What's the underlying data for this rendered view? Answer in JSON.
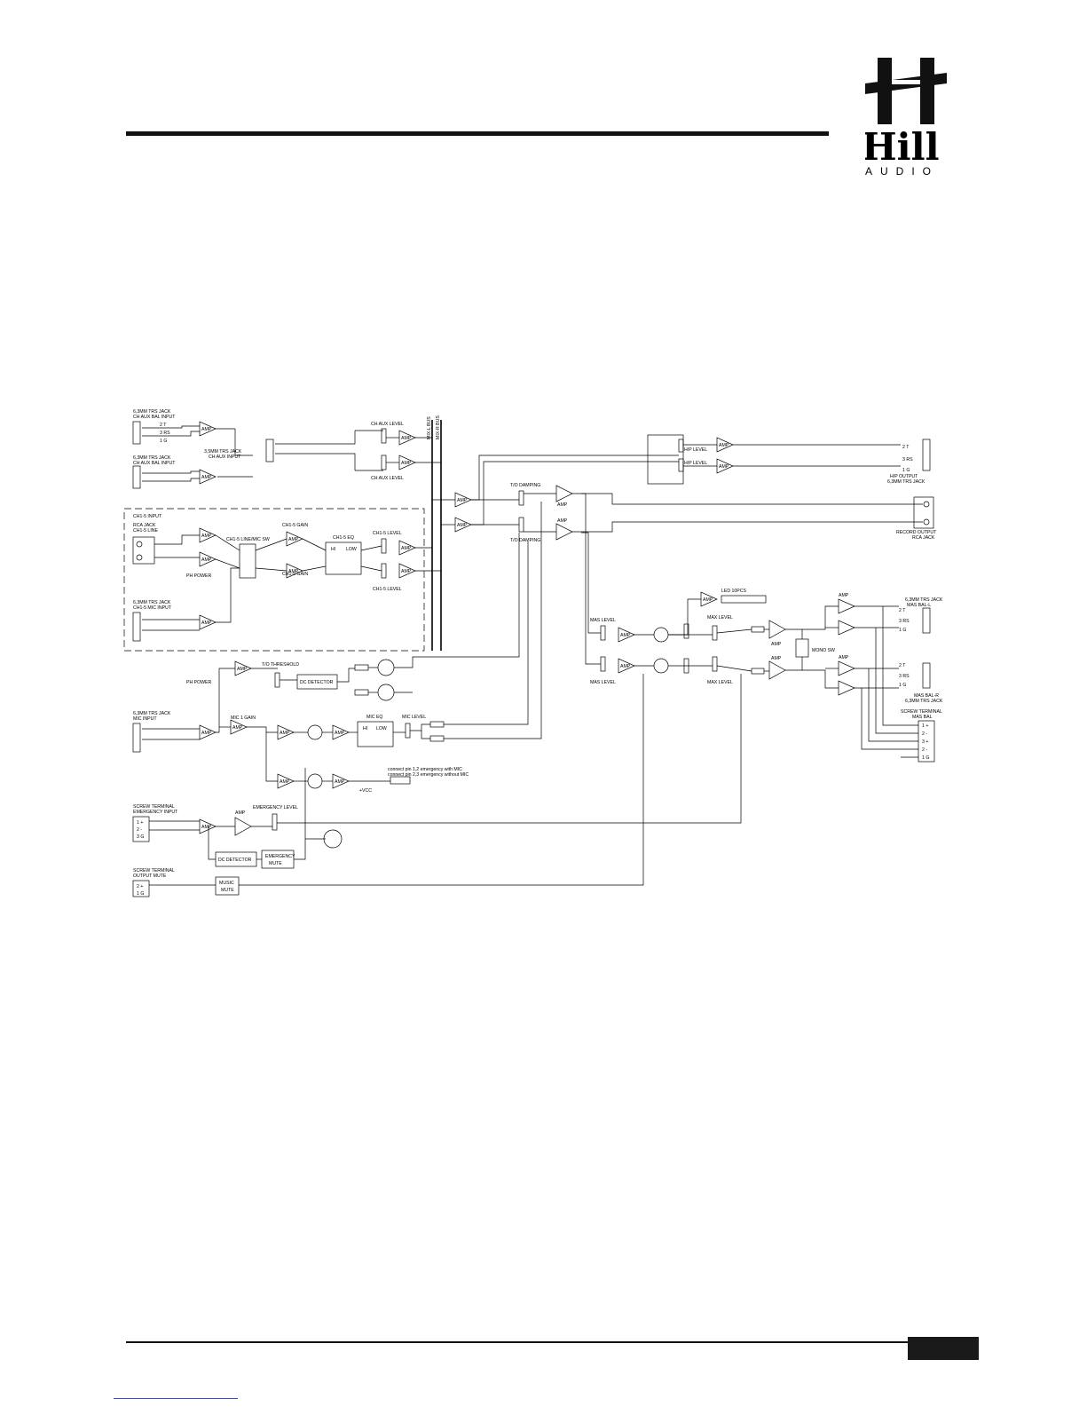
{
  "logo": {
    "brand": "Hill",
    "sub": "AUDIO"
  },
  "labels": {
    "aux_bal_1": [
      "6,3MM TRS JACK",
      "CH AUX BAL INPUT"
    ],
    "aux_bal_2": [
      "6,3MM TRS JACK",
      "CH AUX BAL INPUT"
    ],
    "aux_35": [
      "3,5MM TRS JACK",
      "CH AUX INPUT"
    ],
    "pins_trs": [
      "2 T",
      "3 RS",
      "1 G"
    ],
    "ch_aux_level_top": "CH AUX LEVEL",
    "ch_aux_level_bot": "CH AUX LEVEL",
    "mix_l_bus": "MIX-L BUS",
    "mix_r_bus": "MIX-R BUS",
    "amp": "AMP",
    "hp_level_1": "H/P LEVEL",
    "hp_level_2": "H/P LEVEL",
    "hp_output": [
      "H/P OUTPUT",
      "6,3MM TRS JACK"
    ],
    "td_damping_1": "T/O DAMPING",
    "td_damping_2": "T/O DAMPING",
    "record_output": [
      "RECORD OUTPUT",
      "RCA JACK"
    ],
    "ch_input": "CH1-5 INPUT",
    "rca_line": [
      "RCA JACK",
      "CH1-5 LINE"
    ],
    "line_mic_sw": "CH1-5 LINE/MIC SW",
    "gain_1": "CH1-5 GAIN",
    "gain_2": "CH1-5 GAIN",
    "eq": "CH1-5 EQ",
    "hi": "HI",
    "low": "LOW",
    "level_1": "CH1-5 LEVEL",
    "level_2": "CH1-5 LEVEL",
    "ph_power_1": "PH POWER",
    "mic_input_ch": [
      "6,3MM TRS JACK",
      "CH1-5 MIC INPUT"
    ],
    "mas_level_1": "MAS LEVEL",
    "mas_level_2": "MAS LEVEL",
    "max_level_1": "MAX LEVEL",
    "max_level_2": "MAX LEVEL",
    "led": "LED 10PCS",
    "mono_sw": "MONO SW",
    "mas_bal_l": [
      "6,3MM TRS JACK",
      "MAS BAL-L"
    ],
    "mas_bal_r": [
      "MAS BAL-R",
      "6,3MM TRS JACK"
    ],
    "screw_mas": [
      "SCREW TERMINAL",
      "MAS BAL"
    ],
    "screw_pins": [
      "1 +",
      "2 -",
      "3 +",
      "2 -",
      "1 G"
    ],
    "td_threshold": "T/O THRESHOLD",
    "dc_detector_1": "DC DETECTOR",
    "ph_power_2": "PH POWER",
    "mic_input": [
      "6,3MM TRS JACK",
      "MIC INPUT"
    ],
    "mic_gain": "MIC 1 GAIN",
    "mic_eq": "MIC EQ",
    "mic_level": "MIC LEVEL",
    "connect_note": [
      "connect pin 1,2 emergency with MIC",
      "connect pin 2,3 emergency without MIC"
    ],
    "vcc": "+VCC",
    "emergency_input": [
      "SCREW TERMINAL",
      "EMERGENCY INPUT"
    ],
    "emergency_level": "EMERGENCY LEVEL",
    "dc_detector_2": "DC DETECTOR",
    "emergency_mute": [
      "EMERGENCY",
      "MUTE"
    ],
    "output_mute": [
      "SCREW TERMINAL",
      "OUTPUT MUTE"
    ],
    "music_mute": [
      "MUSIC",
      "MUTE"
    ],
    "screw_em_pins": [
      "1 +",
      "2 -",
      "3 G"
    ],
    "screw_mute_pins": [
      "2 +",
      "1 G"
    ]
  }
}
